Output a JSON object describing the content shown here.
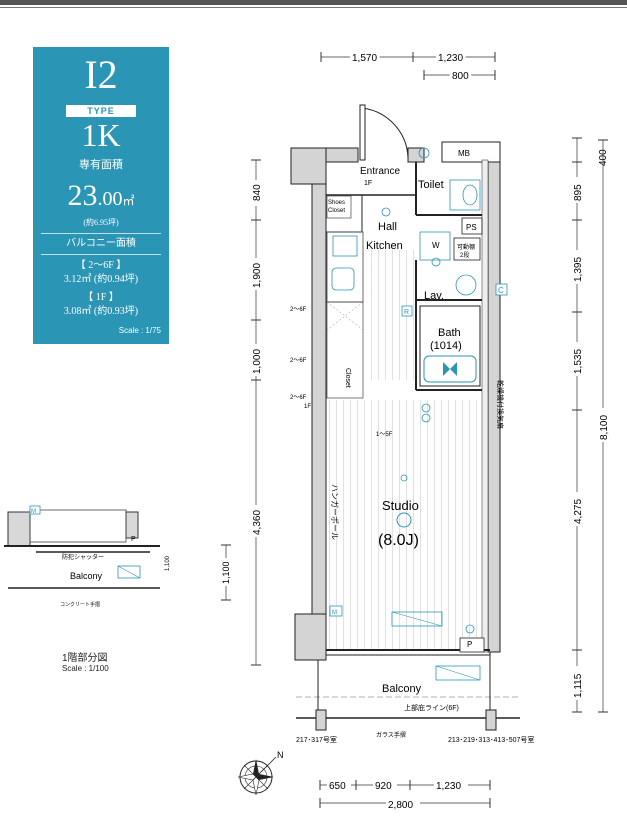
{
  "panel": {
    "type_code": "I2",
    "type_label": "TYPE",
    "room_type": "1K",
    "exclusive_area_label": "専有面積",
    "area_int": "23",
    "area_dec": ".00",
    "area_unit": "㎡",
    "area_tsubo": "(約6.95坪)",
    "balcony_label": "バルコニー面積",
    "balcony_floor_a": "【 2～6F 】",
    "balcony_area_a": "3.12㎡ (約0.94坪)",
    "balcony_floor_b": "【 1F 】",
    "balcony_area_b": "3.08㎡ (約0.93坪)",
    "scale": "Scale : 1/75"
  },
  "inset": {
    "title": "1階部分図",
    "scale": "Scale : 1/100",
    "shutter": "防犯シャッター",
    "balcony": "Balcony",
    "railing": "コンクリート手摺",
    "dim": "1,100",
    "mark_p": "P",
    "mark_m": "M"
  },
  "plan": {
    "rooms": {
      "entrance": "Entrance",
      "toilet": "Toilet",
      "hall": "Hall",
      "kitchen": "Kitchen",
      "lav": "Lav.",
      "bath": "Bath",
      "bath_size": "(1014)",
      "studio": "Studio",
      "studio_size": "(8.0J)",
      "balcony": "Balcony",
      "shoes_closet_1": "Shoes",
      "shoes_closet_2": "Closet",
      "closet": "Closet",
      "mb": "MB",
      "ps": "PS",
      "w": "W",
      "shelf_1": "可動棚",
      "shelf_2": "2段",
      "hanger": "ハンガーポール",
      "dryer": "乾燥機付換気扇",
      "f1": "1F",
      "f1_5": "1～5F",
      "f2_6": "2～6F",
      "upper_eave": "上部庇ライン(6F)",
      "glass_rail": "ガラス手摺",
      "units_left": "217･317号室",
      "units_right": "213･219･313･413･507号室",
      "p": "P",
      "c": "C",
      "r": "R",
      "m": "M"
    },
    "dims_top": [
      "1,570",
      "1,230",
      "800"
    ],
    "dims_left": [
      "840",
      "1,900",
      "1,000",
      "4,360",
      "1,100"
    ],
    "dims_right": [
      "400",
      "895",
      "1,395",
      "1,535",
      "4,275",
      "1,115"
    ],
    "dims_right_total": "8,100",
    "dims_bottom": [
      "650",
      "920",
      "1,230"
    ],
    "dims_bottom_total": "2,800",
    "compass": "N"
  }
}
